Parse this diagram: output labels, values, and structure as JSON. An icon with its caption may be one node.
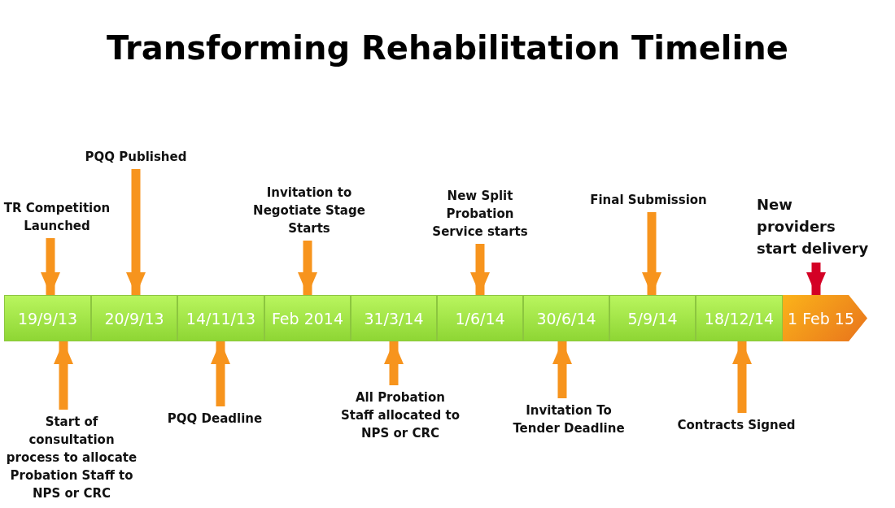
{
  "diagram": {
    "title": "Transforming Rehabilitation Timeline",
    "nodes": [
      {
        "text": [
          "19/9/13"
        ]
      },
      {
        "text": [
          "20/9/13"
        ]
      },
      {
        "text": [
          "14/11/13"
        ]
      },
      {
        "text": [
          "Feb 2014"
        ]
      },
      {
        "text": [
          "31/3/14"
        ]
      },
      {
        "text": [
          "1/6/14"
        ]
      },
      {
        "text": [
          "30/6/14"
        ]
      },
      {
        "text": [
          "5/9/14"
        ]
      },
      {
        "text": [
          "18/12/14"
        ]
      },
      {
        "text": [
          "1 Feb 15"
        ]
      },
      {
        "text": [
          "TR Competition Launched"
        ]
      },
      {
        "text": [
          "PQQ Published"
        ]
      },
      {
        "text": [
          "Invitation to Negotiate Stage Starts"
        ]
      },
      {
        "text": [
          "New Split Probation Service starts"
        ]
      },
      {
        "text": [
          "Final Submission"
        ]
      },
      {
        "text": [
          "New providers start delivery"
        ]
      },
      {
        "text": [
          "Start of consultation process to allocate Probation Staff to NPS or CRC"
        ]
      },
      {
        "text": [
          "PQQ Deadline"
        ]
      },
      {
        "text": [
          "All Probation Staff allocated to NPS or CRC"
        ]
      },
      {
        "text": [
          "Invitation To Tender Deadline"
        ]
      },
      {
        "text": [
          "Contracts Signed"
        ]
      }
    ],
    "edges": [
      {
        "from": 10,
        "to": 0,
        "arrow": "to"
      },
      {
        "from": 11,
        "to": 1,
        "arrow": "to"
      },
      {
        "from": 12,
        "to": 3,
        "arrow": "to"
      },
      {
        "from": 13,
        "to": 5,
        "arrow": "to"
      },
      {
        "from": 14,
        "to": 7,
        "arrow": "to"
      },
      {
        "from": 15,
        "to": 9,
        "arrow": "to",
        "color": "#d40025"
      },
      {
        "from": 16,
        "to": 0,
        "arrow": "to"
      },
      {
        "from": 17,
        "to": 2,
        "arrow": "to"
      },
      {
        "from": 18,
        "to": 4,
        "arrow": "to"
      },
      {
        "from": 19,
        "to": 6,
        "arrow": "to"
      },
      {
        "from": 20,
        "to": 8,
        "arrow": "to"
      }
    ]
  }
}
